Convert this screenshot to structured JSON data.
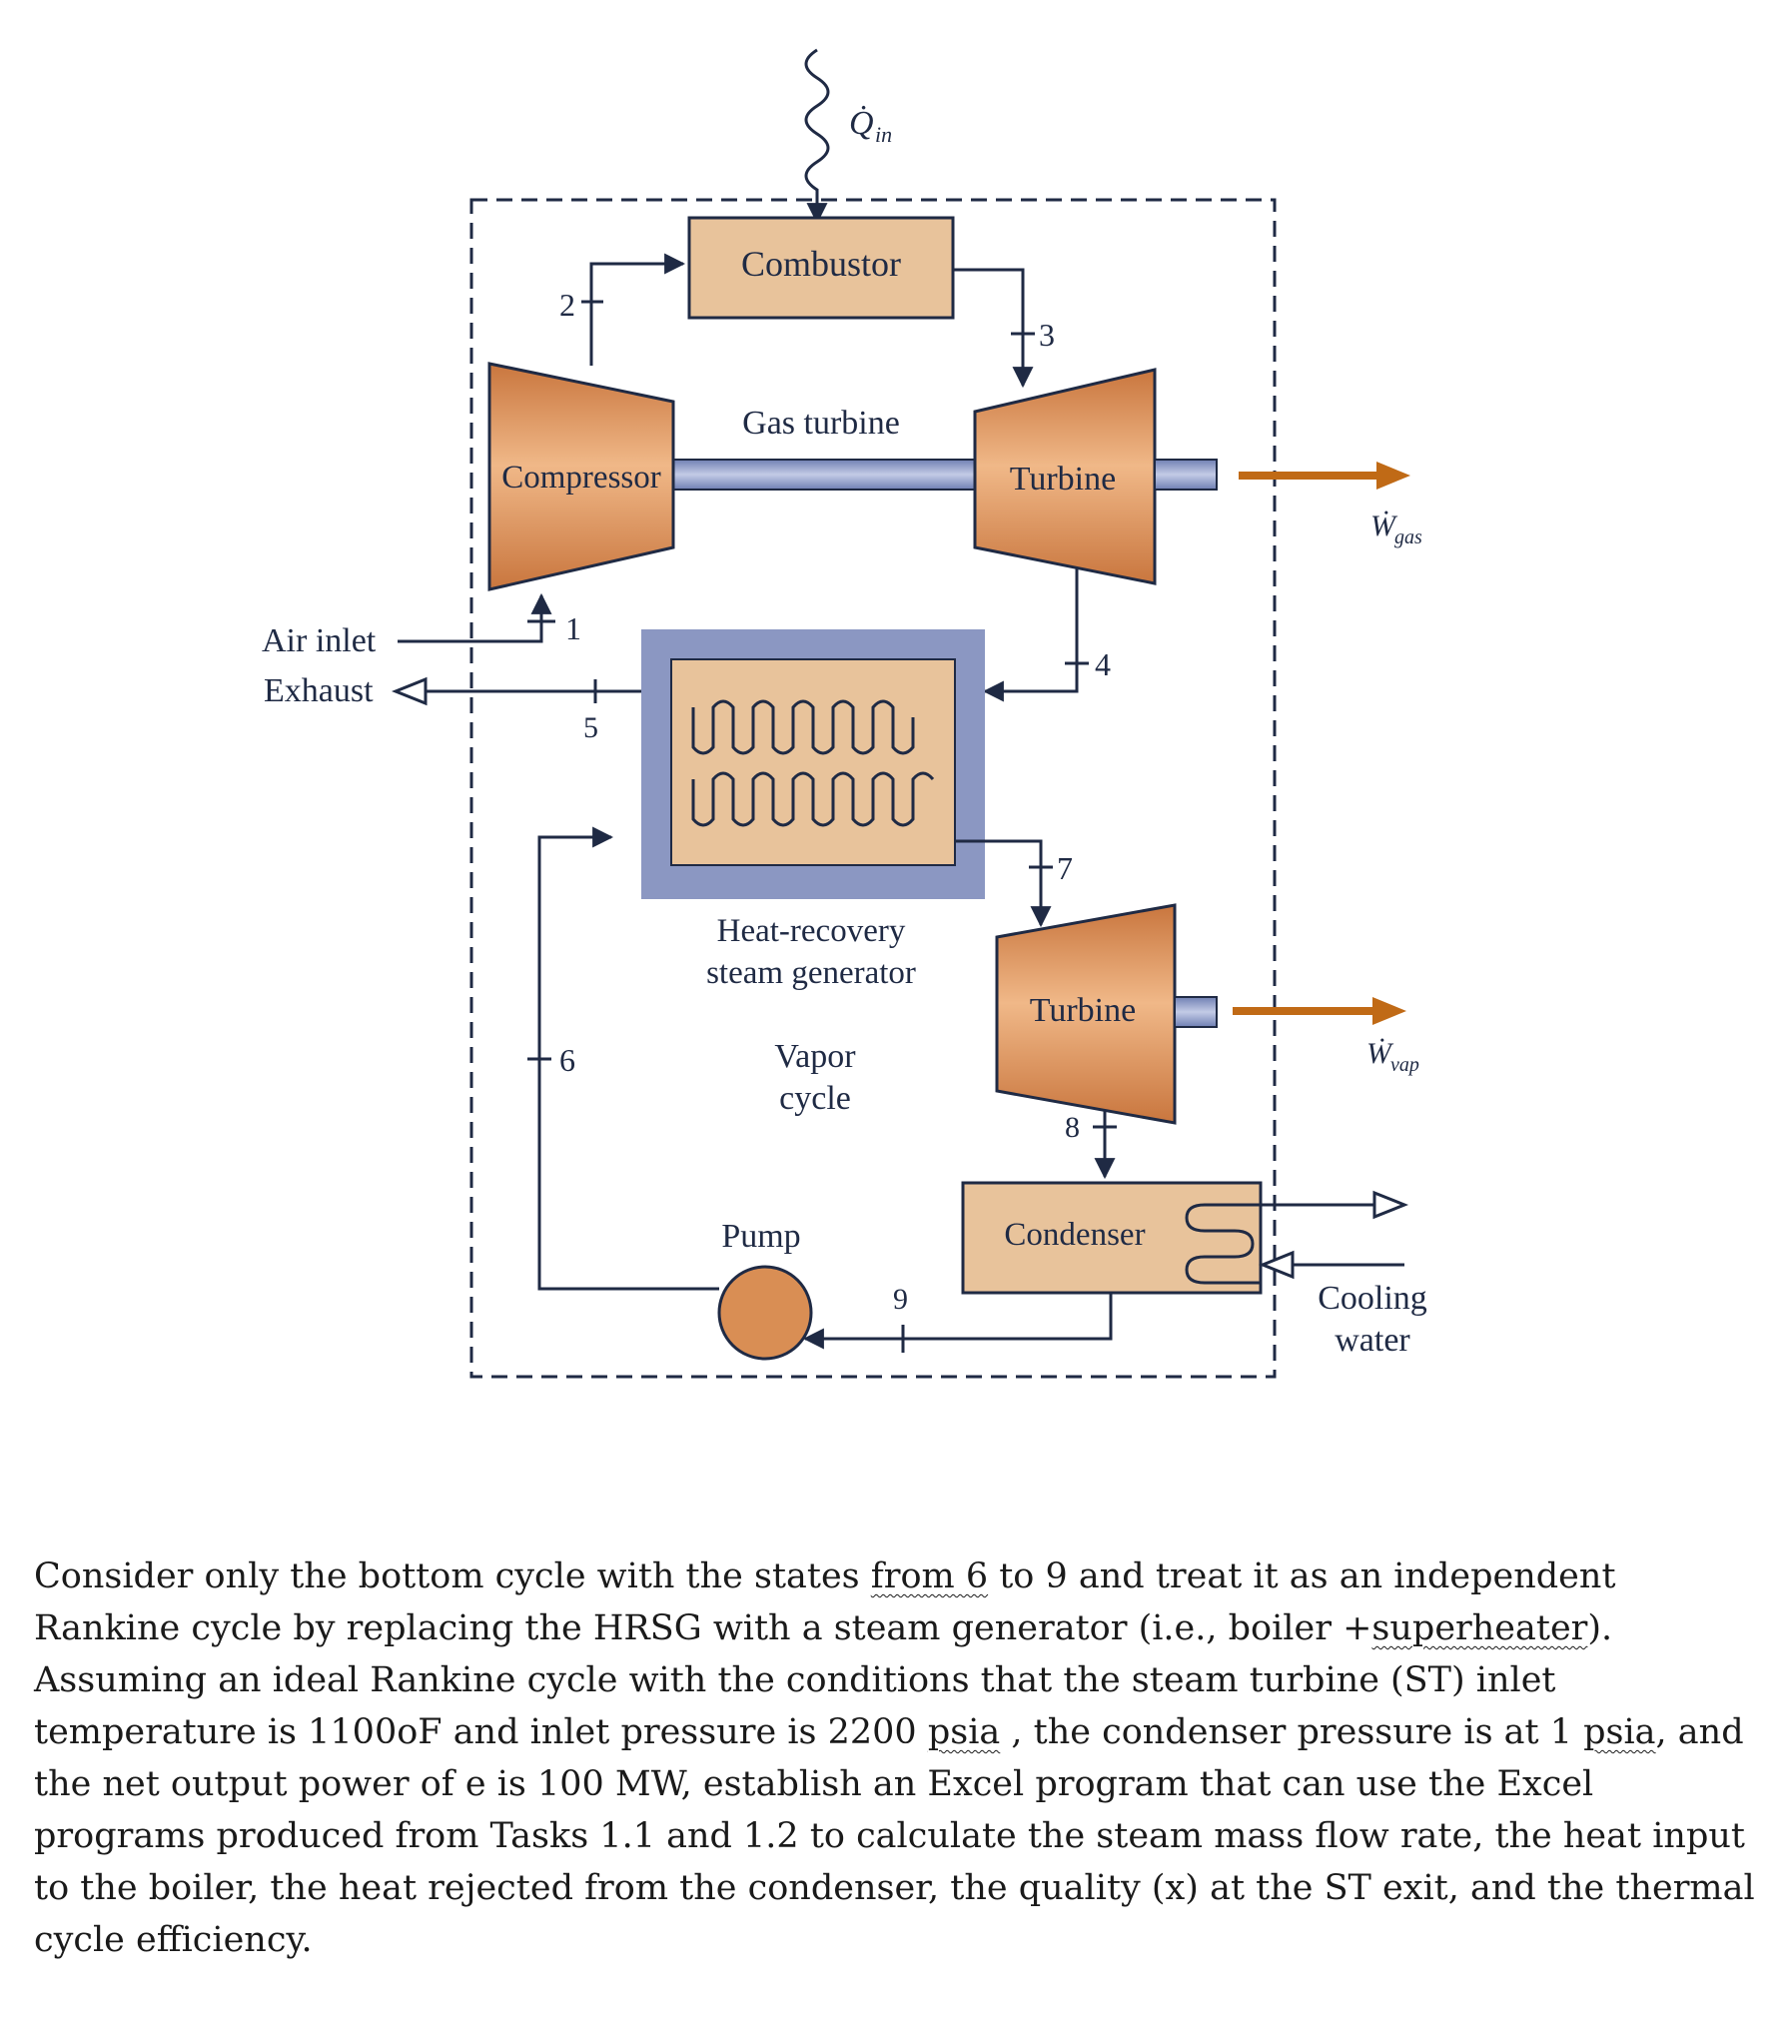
{
  "diagram": {
    "q_in": "Q̇",
    "q_in_sub": "in",
    "combustor": "Combustor",
    "gas_turbine": "Gas turbine",
    "compressor": "Compressor",
    "turbine_top": "Turbine",
    "turbine_bottom": "Turbine",
    "w_gas": "Ẇ",
    "w_gas_sub": "gas",
    "w_vap": "Ẇ",
    "w_vap_sub": "vap",
    "air_inlet": "Air inlet",
    "exhaust": "Exhaust",
    "hrsg_line1": "Heat-recovery",
    "hrsg_line2": "steam generator",
    "vapor_line1": "Vapor",
    "vapor_line2": "cycle",
    "condenser": "Condenser",
    "pump": "Pump",
    "cooling_line1": "Cooling",
    "cooling_line2": "water",
    "states": [
      "1",
      "2",
      "3",
      "4",
      "5",
      "6",
      "7",
      "8",
      "9"
    ]
  },
  "colors": {
    "component_fill": "#e8c39b",
    "turbine_fill": "#d98e54",
    "shaft": "#8796c4",
    "hrsg_frame": "#8b97c2",
    "line": "#1f2a44",
    "work_arrow": "#c06a16"
  },
  "question": {
    "p1": "Consider only the bottom cycle with the states ",
    "u1": "from  6",
    "p2": " to 9 and treat it as an independent Rankine cycle by replacing the HRSG with a steam generator (i.e., boiler +",
    "u2": "superheater",
    "p3": ").  Assuming an ideal Rankine cycle with the conditions that the steam turbine (ST) inlet temperature is 1100oF and inlet pressure is 2200 ",
    "u3": "psia",
    "p4": " , the condenser pressure is at 1 ",
    "u4": "psia",
    "p5": ",  and the net output power of e is 100 MW, establish an Excel program that can use the Excel programs produced from Tasks 1.1 and 1.2 to calculate the steam mass flow rate, the heat input to the boiler, the heat rejected from the condenser, the quality (x) at the ST exit, and the thermal cycle efficiency."
  }
}
